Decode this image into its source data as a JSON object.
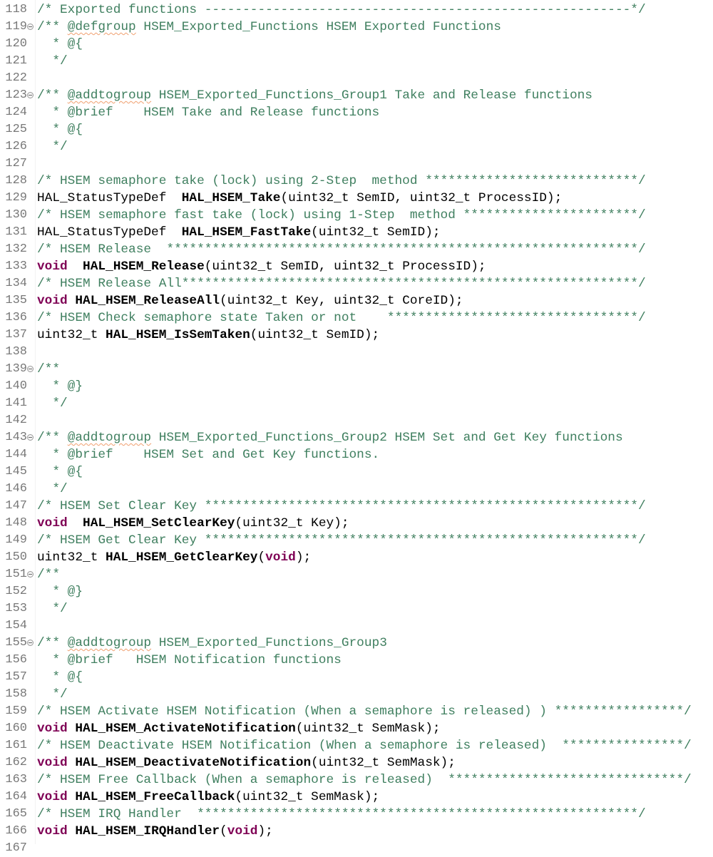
{
  "editor": {
    "lines": [
      {
        "n": "118",
        "fold": false,
        "parts": [
          {
            "t": "cm",
            "v": "/* Exported functions --------------------------------------------------------*/"
          }
        ]
      },
      {
        "n": "119",
        "fold": true,
        "parts": [
          {
            "t": "cm",
            "v": "/** "
          },
          {
            "t": "tag",
            "v": "@defgroup"
          },
          {
            "t": "cm",
            "v": " HSEM_Exported_Functions HSEM Exported Functions"
          }
        ]
      },
      {
        "n": "120",
        "fold": false,
        "parts": [
          {
            "t": "cm",
            "v": "  * @{"
          }
        ]
      },
      {
        "n": "121",
        "fold": false,
        "parts": [
          {
            "t": "cm",
            "v": "  */"
          }
        ]
      },
      {
        "n": "122",
        "fold": false,
        "parts": []
      },
      {
        "n": "123",
        "fold": true,
        "parts": [
          {
            "t": "cm",
            "v": "/** "
          },
          {
            "t": "tag",
            "v": "@addtogroup"
          },
          {
            "t": "cm",
            "v": " HSEM_Exported_Functions_Group1 Take and Release functions"
          }
        ]
      },
      {
        "n": "124",
        "fold": false,
        "parts": [
          {
            "t": "cm",
            "v": "  * @brief    HSEM Take and Release functions"
          }
        ]
      },
      {
        "n": "125",
        "fold": false,
        "parts": [
          {
            "t": "cm",
            "v": "  * @{"
          }
        ]
      },
      {
        "n": "126",
        "fold": false,
        "parts": [
          {
            "t": "cm",
            "v": "  */"
          }
        ]
      },
      {
        "n": "127",
        "fold": false,
        "parts": []
      },
      {
        "n": "128",
        "fold": false,
        "parts": [
          {
            "t": "cm",
            "v": "/* HSEM semaphore take (lock) using 2-Step  method ****************************/"
          }
        ]
      },
      {
        "n": "129",
        "fold": false,
        "parts": [
          {
            "t": "tx",
            "v": "HAL_StatusTypeDef  "
          },
          {
            "t": "fn",
            "v": "HAL_HSEM_Take"
          },
          {
            "t": "tx",
            "v": "(uint32_t SemID, uint32_t ProcessID);"
          }
        ]
      },
      {
        "n": "130",
        "fold": false,
        "parts": [
          {
            "t": "cm",
            "v": "/* HSEM semaphore fast take (lock) using 1-Step  method ***********************/"
          }
        ]
      },
      {
        "n": "131",
        "fold": false,
        "parts": [
          {
            "t": "tx",
            "v": "HAL_StatusTypeDef  "
          },
          {
            "t": "fn",
            "v": "HAL_HSEM_FastTake"
          },
          {
            "t": "tx",
            "v": "(uint32_t SemID);"
          }
        ]
      },
      {
        "n": "132",
        "fold": false,
        "parts": [
          {
            "t": "cm",
            "v": "/* HSEM Release  **************************************************************/"
          }
        ]
      },
      {
        "n": "133",
        "fold": false,
        "parts": [
          {
            "t": "kw",
            "v": "void"
          },
          {
            "t": "tx",
            "v": "  "
          },
          {
            "t": "fn",
            "v": "HAL_HSEM_Release"
          },
          {
            "t": "tx",
            "v": "(uint32_t SemID, uint32_t ProcessID);"
          }
        ]
      },
      {
        "n": "134",
        "fold": false,
        "parts": [
          {
            "t": "cm",
            "v": "/* HSEM Release All************************************************************/"
          }
        ]
      },
      {
        "n": "135",
        "fold": false,
        "parts": [
          {
            "t": "kw",
            "v": "void"
          },
          {
            "t": "tx",
            "v": " "
          },
          {
            "t": "fn",
            "v": "HAL_HSEM_ReleaseAll"
          },
          {
            "t": "tx",
            "v": "(uint32_t Key, uint32_t CoreID);"
          }
        ]
      },
      {
        "n": "136",
        "fold": false,
        "parts": [
          {
            "t": "cm",
            "v": "/* HSEM Check semaphore state Taken or not    *********************************/"
          }
        ]
      },
      {
        "n": "137",
        "fold": false,
        "parts": [
          {
            "t": "tx",
            "v": "uint32_t "
          },
          {
            "t": "fn",
            "v": "HAL_HSEM_IsSemTaken"
          },
          {
            "t": "tx",
            "v": "(uint32_t SemID);"
          }
        ]
      },
      {
        "n": "138",
        "fold": false,
        "parts": []
      },
      {
        "n": "139",
        "fold": true,
        "parts": [
          {
            "t": "cm",
            "v": "/**"
          }
        ]
      },
      {
        "n": "140",
        "fold": false,
        "parts": [
          {
            "t": "cm",
            "v": "  * @}"
          }
        ]
      },
      {
        "n": "141",
        "fold": false,
        "parts": [
          {
            "t": "cm",
            "v": "  */"
          }
        ]
      },
      {
        "n": "142",
        "fold": false,
        "parts": []
      },
      {
        "n": "143",
        "fold": true,
        "parts": [
          {
            "t": "cm",
            "v": "/** "
          },
          {
            "t": "tag",
            "v": "@addtogroup"
          },
          {
            "t": "cm",
            "v": " HSEM_Exported_Functions_Group2 HSEM Set and Get Key functions"
          }
        ]
      },
      {
        "n": "144",
        "fold": false,
        "parts": [
          {
            "t": "cm",
            "v": "  * @brief    HSEM Set and Get Key functions."
          }
        ]
      },
      {
        "n": "145",
        "fold": false,
        "parts": [
          {
            "t": "cm",
            "v": "  * @{"
          }
        ]
      },
      {
        "n": "146",
        "fold": false,
        "parts": [
          {
            "t": "cm",
            "v": "  */"
          }
        ]
      },
      {
        "n": "147",
        "fold": false,
        "parts": [
          {
            "t": "cm",
            "v": "/* HSEM Set Clear Key *********************************************************/"
          }
        ]
      },
      {
        "n": "148",
        "fold": false,
        "parts": [
          {
            "t": "kw",
            "v": "void"
          },
          {
            "t": "tx",
            "v": "  "
          },
          {
            "t": "fn",
            "v": "HAL_HSEM_SetClearKey"
          },
          {
            "t": "tx",
            "v": "(uint32_t Key);"
          }
        ]
      },
      {
        "n": "149",
        "fold": false,
        "parts": [
          {
            "t": "cm",
            "v": "/* HSEM Get Clear Key *********************************************************/"
          }
        ]
      },
      {
        "n": "150",
        "fold": false,
        "parts": [
          {
            "t": "tx",
            "v": "uint32_t "
          },
          {
            "t": "fn",
            "v": "HAL_HSEM_GetClearKey"
          },
          {
            "t": "tx",
            "v": "("
          },
          {
            "t": "kw",
            "v": "void"
          },
          {
            "t": "tx",
            "v": ");"
          }
        ]
      },
      {
        "n": "151",
        "fold": true,
        "parts": [
          {
            "t": "cm",
            "v": "/**"
          }
        ]
      },
      {
        "n": "152",
        "fold": false,
        "parts": [
          {
            "t": "cm",
            "v": "  * @}"
          }
        ]
      },
      {
        "n": "153",
        "fold": false,
        "parts": [
          {
            "t": "cm",
            "v": "  */"
          }
        ]
      },
      {
        "n": "154",
        "fold": false,
        "parts": []
      },
      {
        "n": "155",
        "fold": true,
        "parts": [
          {
            "t": "cm",
            "v": "/** "
          },
          {
            "t": "tag",
            "v": "@addtogroup"
          },
          {
            "t": "cm",
            "v": " HSEM_Exported_Functions_Group3"
          }
        ]
      },
      {
        "n": "156",
        "fold": false,
        "parts": [
          {
            "t": "cm",
            "v": "  * @brief   HSEM Notification functions"
          }
        ]
      },
      {
        "n": "157",
        "fold": false,
        "parts": [
          {
            "t": "cm",
            "v": "  * @{"
          }
        ]
      },
      {
        "n": "158",
        "fold": false,
        "parts": [
          {
            "t": "cm",
            "v": "  */"
          }
        ]
      },
      {
        "n": "159",
        "fold": false,
        "parts": [
          {
            "t": "cm",
            "v": "/* HSEM Activate HSEM Notification (When a semaphore is released) ) *****************/"
          }
        ]
      },
      {
        "n": "160",
        "fold": false,
        "parts": [
          {
            "t": "kw",
            "v": "void"
          },
          {
            "t": "tx",
            "v": " "
          },
          {
            "t": "fn",
            "v": "HAL_HSEM_ActivateNotification"
          },
          {
            "t": "tx",
            "v": "(uint32_t SemMask);"
          }
        ]
      },
      {
        "n": "161",
        "fold": false,
        "parts": [
          {
            "t": "cm",
            "v": "/* HSEM Deactivate HSEM Notification (When a semaphore is released)  ****************/"
          }
        ]
      },
      {
        "n": "162",
        "fold": false,
        "parts": [
          {
            "t": "kw",
            "v": "void"
          },
          {
            "t": "tx",
            "v": " "
          },
          {
            "t": "fn",
            "v": "HAL_HSEM_DeactivateNotification"
          },
          {
            "t": "tx",
            "v": "(uint32_t SemMask);"
          }
        ]
      },
      {
        "n": "163",
        "fold": false,
        "parts": [
          {
            "t": "cm",
            "v": "/* HSEM Free Callback (When a semaphore is released)  *******************************/"
          }
        ]
      },
      {
        "n": "164",
        "fold": false,
        "parts": [
          {
            "t": "kw",
            "v": "void"
          },
          {
            "t": "tx",
            "v": " "
          },
          {
            "t": "fn",
            "v": "HAL_HSEM_FreeCallback"
          },
          {
            "t": "tx",
            "v": "(uint32_t SemMask);"
          }
        ]
      },
      {
        "n": "165",
        "fold": false,
        "parts": [
          {
            "t": "cm",
            "v": "/* HSEM IRQ Handler  **********************************************************/"
          }
        ]
      },
      {
        "n": "166",
        "fold": false,
        "parts": [
          {
            "t": "kw",
            "v": "void"
          },
          {
            "t": "tx",
            "v": " "
          },
          {
            "t": "fn",
            "v": "HAL_HSEM_IRQHandler"
          },
          {
            "t": "tx",
            "v": "("
          },
          {
            "t": "kw",
            "v": "void"
          },
          {
            "t": "tx",
            "v": ");"
          }
        ]
      },
      {
        "n": "167",
        "fold": false,
        "parts": []
      }
    ]
  },
  "colors": {
    "comment": "#3f7f5f",
    "keyword": "#7f0055",
    "function": "#000000",
    "line_number": "#787878",
    "spellcheck_underline": "#f0a070",
    "background": "#ffffff"
  }
}
